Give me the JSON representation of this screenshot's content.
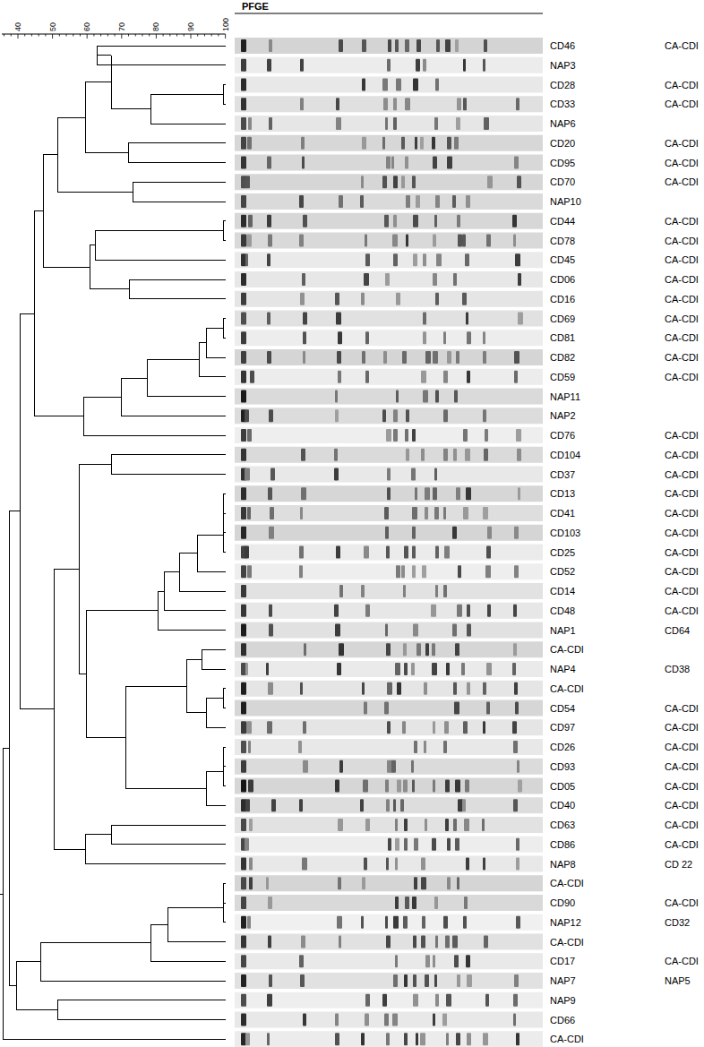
{
  "diagram": {
    "labels": [
      "40",
      "50",
      "60",
      "70",
      "80",
      "90",
      "100",
      "PFGE",
      "CD46",
      "CA-CDI",
      "NAP3",
      "CD28",
      "CA-CDI",
      "CD33",
      "CA-CDI",
      "NAP6",
      "CD20",
      "CA-CDI",
      "CD95",
      "CA-CDI",
      "CD70",
      "CA-CDI",
      "NAP10",
      "CD44",
      "CA-CDI",
      "CD78",
      "CA-CDI",
      "CD45",
      "CA-CDI",
      "CD06",
      "CA-CDI",
      "CD16",
      "CA-CDI",
      "CD69",
      "CA-CDI",
      "CD81",
      "CA-CDI",
      "CD82",
      "CA-CDI",
      "CD59",
      "CA-CDI",
      "NAP11",
      "NAP2",
      "CD76",
      "CA-CDI",
      "CD104",
      "CA-CDI",
      "CD37",
      "CA-CDI",
      "CD13",
      "CA-CDI",
      "CD41",
      "CA-CDI",
      "CD103",
      "CA-CDI",
      "CD25",
      "CA-CDI",
      "CD52",
      "CA-CDI",
      "CD14",
      "CA-CDI",
      "CD48",
      "CA-CDI",
      "NAP1",
      "CD64",
      "CA-CDI",
      "NAP4",
      "CD38",
      "CA-CDI",
      "CD54",
      "CA-CDI",
      "CD97",
      "CA-CDI",
      "CD26",
      "CA-CDI",
      "CD93",
      "CA-CDI",
      "CD05",
      "CA-CDI",
      "CD40",
      "CA-CDI",
      "CD63",
      "CA-CDI",
      "CD86",
      "CA-CDI",
      "NAP8",
      "CD 22",
      "CA-CDI",
      "CD90",
      "CA-CDI",
      "NAP12",
      "CD32",
      "CA-CDI",
      "CD17",
      "CA-CDI",
      "NAP7",
      "NAP5",
      "NAP9",
      "CD66",
      "CA-CDI"
    ]
  }
}
